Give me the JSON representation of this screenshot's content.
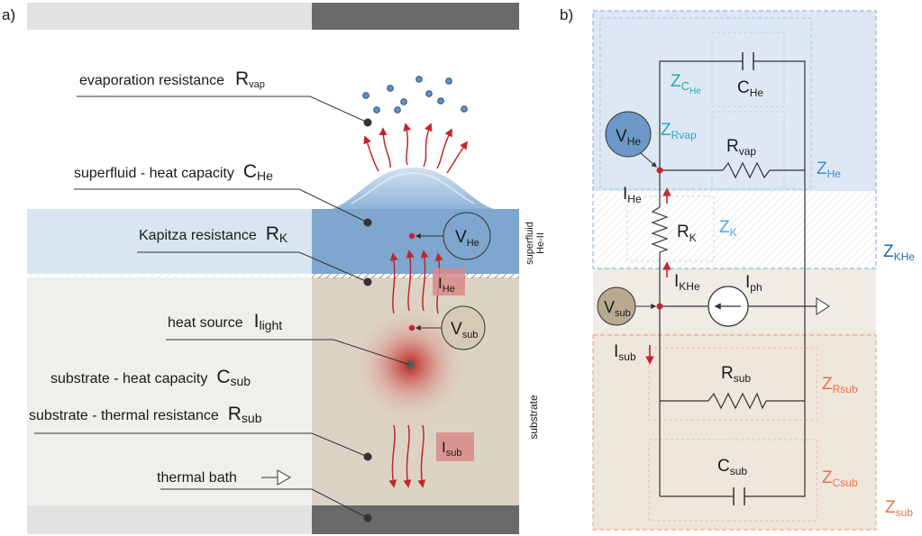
{
  "panel_a": {
    "label": "a)",
    "labels": {
      "evaporation": {
        "text": "evaporation resistance",
        "sym": "R",
        "sub": "vap"
      },
      "superfluid_c": {
        "text": "superfluid - heat capacity",
        "sym": "C",
        "sub": "He"
      },
      "kapitza": {
        "text": "Kapitza resistance",
        "sym": "R",
        "sub": "K"
      },
      "heat_source": {
        "text": "heat source",
        "sym": "I",
        "sub": "light"
      },
      "substrate_c": {
        "text": "substrate - heat capacity",
        "sym": "C",
        "sub": "sub"
      },
      "substrate_r": {
        "text": "substrate - thermal resistance",
        "sym": "R",
        "sub": "sub"
      },
      "bath": {
        "text": "thermal bath"
      }
    },
    "v_he": {
      "sym": "V",
      "sub": "He"
    },
    "v_sub": {
      "sym": "V",
      "sub": "sub"
    },
    "i_he": {
      "sym": "I",
      "sub": "He"
    },
    "i_sub": {
      "sym": "I",
      "sub": "sub"
    },
    "side_superfluid": [
      "superfluid",
      "He-II"
    ],
    "side_substrate": "substrate"
  },
  "panel_b": {
    "label": "b)",
    "c_he": {
      "sym": "C",
      "sub": "He"
    },
    "z_c_he": {
      "sym": "Z",
      "sub": "C",
      "subsub": "He"
    },
    "v_he": {
      "sym": "V",
      "sub": "He"
    },
    "z_rvap": {
      "sym": "Z",
      "sub": "Rvap"
    },
    "r_vap": {
      "sym": "R",
      "sub": "vap"
    },
    "z_he": {
      "sym": "Z",
      "sub": "He"
    },
    "i_he": {
      "sym": "I",
      "sub": "He"
    },
    "r_k": {
      "sym": "R",
      "sub": "K"
    },
    "z_k": {
      "sym": "Z",
      "sub": "K"
    },
    "z_khe": {
      "sym": "Z",
      "sub": "KHe"
    },
    "i_khe": {
      "sym": "I",
      "sub": "KHe"
    },
    "i_ph": {
      "sym": "I",
      "sub": "ph"
    },
    "v_sub": {
      "sym": "V",
      "sub": "sub"
    },
    "i_sub": {
      "sym": "I",
      "sub": "sub"
    },
    "r_sub": {
      "sym": "R",
      "sub": "sub"
    },
    "z_rsub": {
      "sym": "Z",
      "sub": "Rsub"
    },
    "c_sub": {
      "sym": "C",
      "sub": "sub"
    },
    "z_csub": {
      "sym": "Z",
      "sub": "Csub"
    },
    "z_sub": {
      "sym": "Z",
      "sub": "sub"
    }
  },
  "colors": {
    "helium_blue": "#7ea6cf",
    "helium_top": "#b8cfe6",
    "substrate_tan": "#ddd3c4",
    "substrate_left": "#f1efec",
    "bath_dark": "#6a6a6a",
    "bath_light": "#e2e2e2",
    "red": "#c0272d",
    "teal": "#2aa8b2",
    "blue": "#3d8fd1",
    "orange": "#e8724a"
  }
}
